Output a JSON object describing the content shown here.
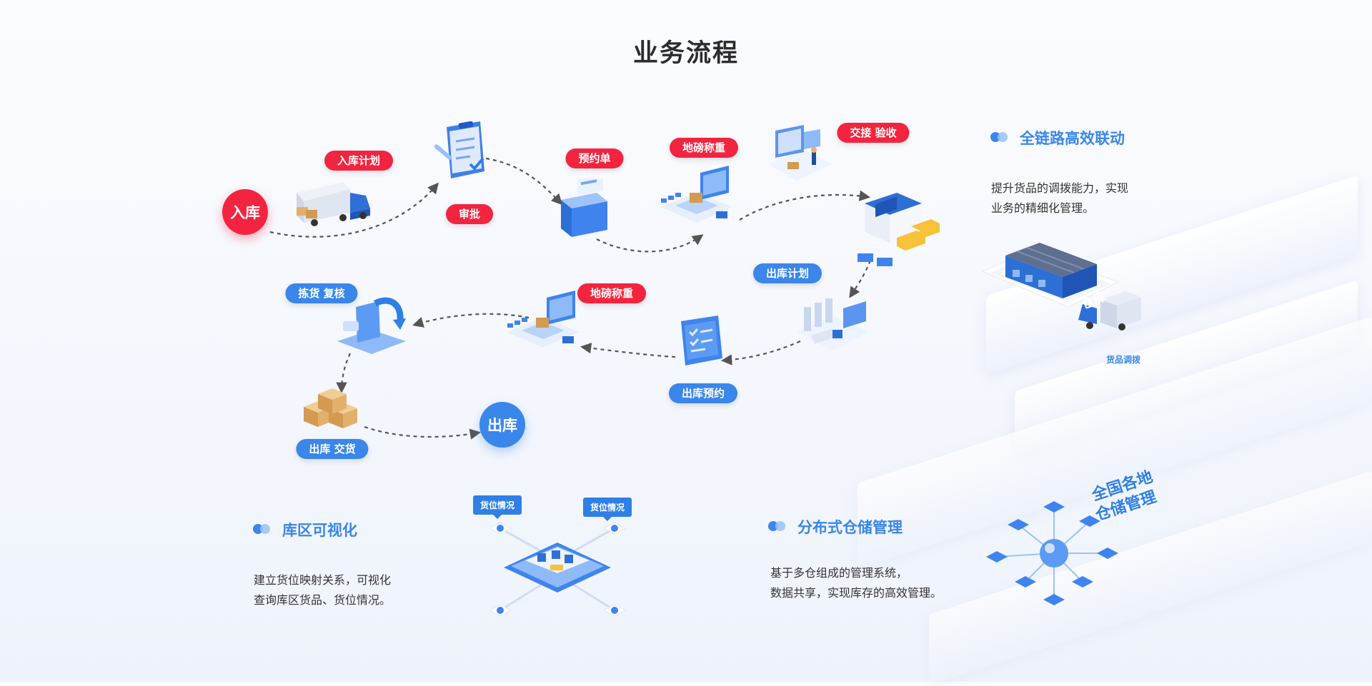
{
  "title": "业务流程",
  "flow": {
    "start": "入库",
    "end": "出库",
    "steps": {
      "inbound_plan": "入库计划",
      "approval": "审批",
      "appointment": "预约单",
      "weigh_in": "地磅称重",
      "handover": "交接 验收",
      "outbound_plan": "出库计划",
      "outbound_appointment": "出库预约",
      "weigh_out": "地磅称重",
      "pick_review": "拣货 复核",
      "ship_delivery": "出库 交货"
    }
  },
  "features": {
    "linkage": {
      "title": "全链路高效联动",
      "lines": [
        "提升货品的调拨能力，实现",
        "业务的精细化管理。"
      ],
      "caption": "货品调拨",
      "building_text": "仓库"
    },
    "visual": {
      "title": "库区可视化",
      "lines": [
        "建立货位映射关系，可视化",
        "查询库区货品、货位情况。"
      ],
      "tag_left": "货位情况",
      "tag_right": "货位情况"
    },
    "distributed": {
      "title": "分布式仓储管理",
      "lines": [
        "基于多仓组成的管理系统，",
        "数据共享，实现库存的高效管理。"
      ],
      "side_text_1": "全国各地",
      "side_text_2": "仓储管理"
    }
  },
  "colors": {
    "red": "#f3243f",
    "blue": "#3a86ea",
    "dark_blue": "#2f7fe6"
  }
}
